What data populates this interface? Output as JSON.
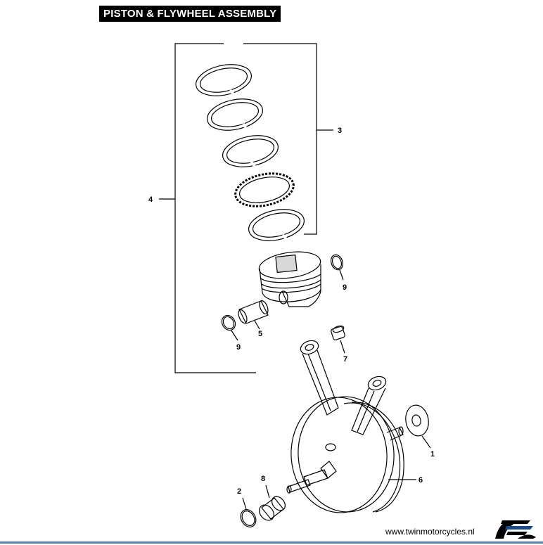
{
  "header": {
    "title": "PISTON & FLYWHEEL ASSEMBLY"
  },
  "callouts": {
    "c1": "1",
    "c2": "2",
    "c3": "3",
    "c4": "4",
    "c5": "5",
    "c6": "6",
    "c7": "7",
    "c8": "8",
    "c9a": "9",
    "c9b": "9"
  },
  "footer": {
    "url": "www.twinmotorcycles.nl"
  },
  "colors": {
    "ink": "#000000",
    "footer_line": "#5a7ea6",
    "logo_accent": "#1a4a8a"
  },
  "icons": {
    "logo": "twin-motorcycles-logo-icon"
  }
}
